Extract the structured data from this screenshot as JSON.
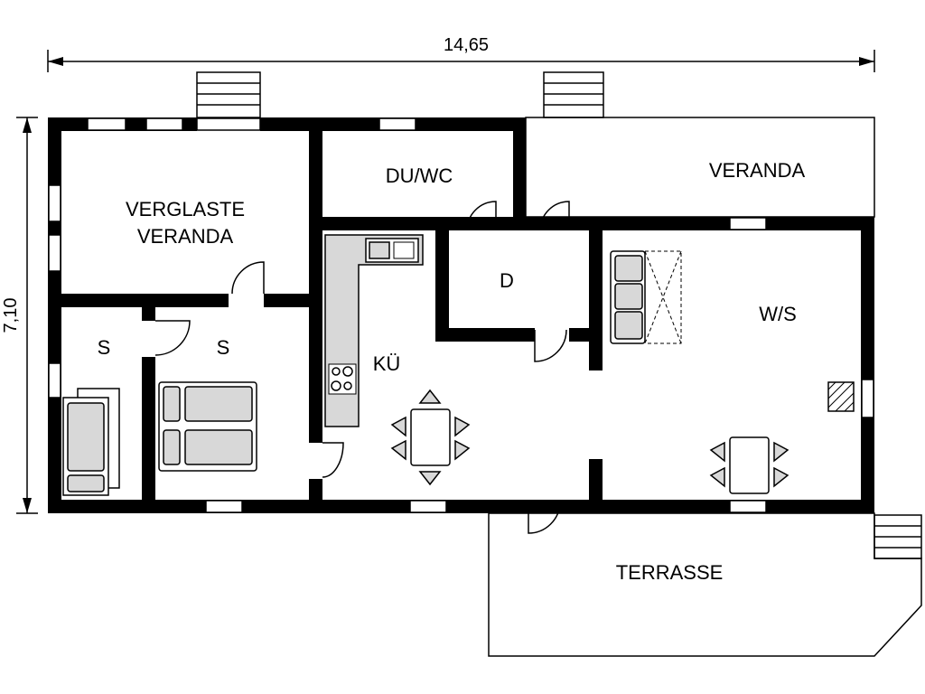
{
  "dimensions": {
    "width": "14,65",
    "height": "7,10"
  },
  "rooms": {
    "verglaste_veranda_line1": "VERGLASTE",
    "verglaste_veranda_line2": "VERANDA",
    "du_wc": "DU/WC",
    "veranda": "VERANDA",
    "d": "D",
    "w_s": "W/S",
    "s1": "S",
    "s2": "S",
    "kue": "KÜ",
    "terrasse": "TERRASSE"
  }
}
